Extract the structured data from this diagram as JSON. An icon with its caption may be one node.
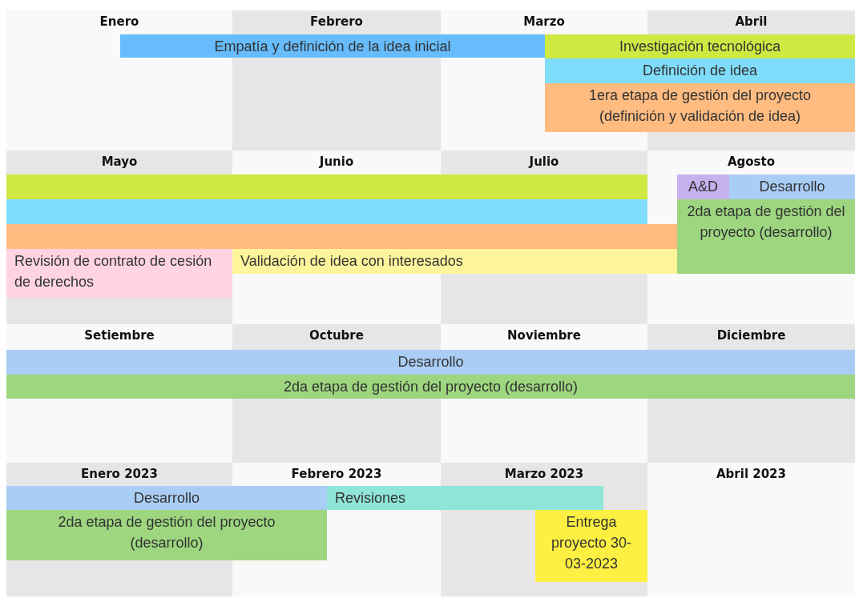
{
  "diagram": {
    "nodes": [
      {
        "text": [
          "Empatía y definición de la idea inicial"
        ]
      },
      {
        "text": [
          "Investigación tecnológica"
        ]
      },
      {
        "text": [
          "Definición de idea"
        ]
      },
      {
        "text": [
          "1era etapa de gestión del proyecto (definición y validación de idea)"
        ]
      },
      {
        "text": [],
        "shape": "bar"
      },
      {
        "text": [],
        "shape": "bar"
      },
      {
        "text": [],
        "shape": "bar"
      },
      {
        "text": [
          "Revisión de contrato de cesión de derechos"
        ]
      },
      {
        "text": [
          "Validación de idea con interesados"
        ]
      },
      {
        "text": [
          "A&D"
        ]
      },
      {
        "text": [
          "Desarrollo"
        ]
      },
      {
        "text": [
          "2da etapa de gestión del proyecto (desarrollo)"
        ]
      },
      {
        "text": [
          "Desarrollo"
        ]
      },
      {
        "text": [
          "2da etapa de gestión del proyecto (desarrollo)"
        ]
      },
      {
        "text": [
          "Desarrollo"
        ]
      },
      {
        "text": [
          "Revisiones"
        ]
      },
      {
        "text": [
          "2da etapa de gestión del proyecto (desarrollo)"
        ]
      },
      {
        "text": [
          "Entrega proyecto 30-03-2023"
        ]
      }
    ],
    "labels": [
      "Enero",
      "Febrero",
      "Marzo",
      "Abril",
      "Mayo",
      "Junio",
      "Julio",
      "Agosto",
      "Setiembre",
      "Octubre",
      "Noviembre",
      "Diciembre",
      "Enero 2023",
      "Febrero 2023",
      "Marzo 2023",
      "Abril 2023"
    ]
  }
}
